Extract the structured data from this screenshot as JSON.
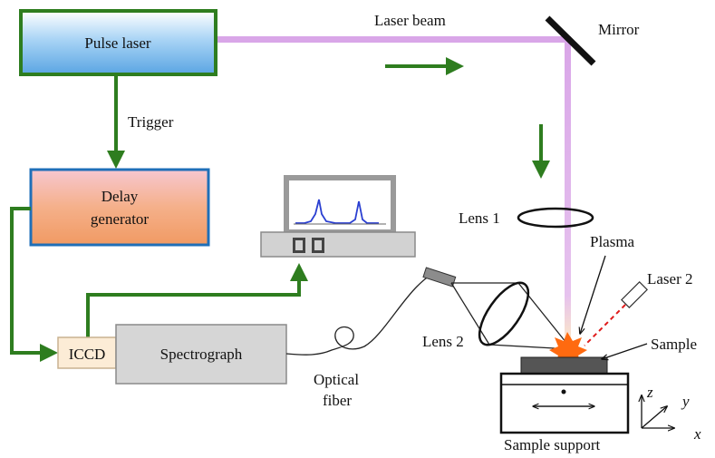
{
  "diagram": {
    "pulse_laser": "Pulse laser",
    "laser_beam": "Laser beam",
    "mirror": "Mirror",
    "trigger": "Trigger",
    "delay_generator_line1": "Delay",
    "delay_generator_line2": "generator",
    "lens1": "Lens 1",
    "plasma": "Plasma",
    "laser2": "Laser 2",
    "lens2": "Lens 2",
    "sample": "Sample",
    "iccd": "ICCD",
    "spectrograph": "Spectrograph",
    "optical_fiber_line1": "Optical",
    "optical_fiber_line2": "fiber",
    "sample_support": "Sample support",
    "axis_z": "z",
    "axis_y": "y",
    "axis_x": "x"
  },
  "colors": {
    "laser_beam": "#d9a6e8",
    "arrow_green": "#2e7d1f",
    "box_border_green": "#2e7d1f",
    "box_border_blue": "#1f6fb8",
    "plasma": "#ff6a10",
    "laser2_beam": "#e01b1b"
  }
}
